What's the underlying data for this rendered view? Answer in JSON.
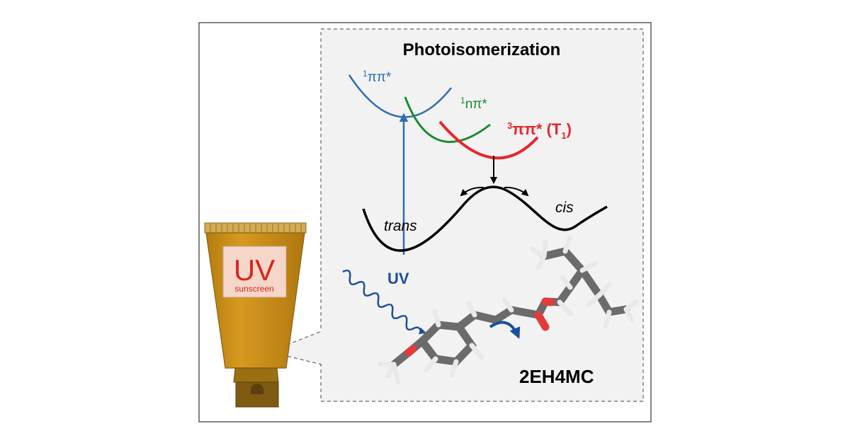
{
  "title": "Photoisomerization",
  "states": {
    "s_pipi": {
      "sup": "1",
      "label": "ππ*",
      "color": "#2f6db3"
    },
    "s_npi": {
      "sup": "1",
      "label": "nπ*",
      "color": "#1a8a2c"
    },
    "t_pipi": {
      "sup": "3",
      "label": "ππ* (T",
      "sub": "1",
      "close": ")",
      "color": "#e8262b"
    }
  },
  "ground": {
    "left_label": "trans",
    "right_label": "cis"
  },
  "excitation": {
    "label": "UV",
    "color": "#1c4f9c"
  },
  "molecule": {
    "name": "2EH4MC"
  },
  "tube": {
    "text_main": "UV",
    "text_sub": "sunscreen",
    "text_color": "#d7261f",
    "body_color": "#c98d16",
    "cap_color": "#7f5a12"
  },
  "colors": {
    "ground_curve": "#000000",
    "frame": "#333333"
  }
}
